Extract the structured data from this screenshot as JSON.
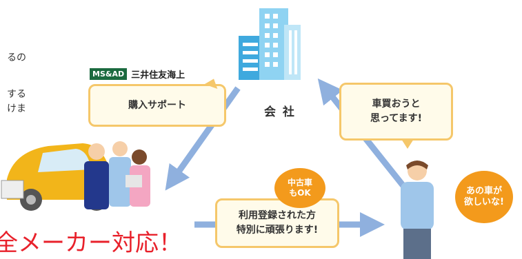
{
  "left_text": {
    "line1": "るの",
    "line2": "する",
    "line3": "けま"
  },
  "brand": {
    "logo": "MS&AD",
    "name": "三井住友海上"
  },
  "bubbles": {
    "purchase_support": "購入サポート",
    "want_to_buy": "車買おうと\n思ってます!",
    "registered_users": "利用登録された方\n特別に頑張ります!"
  },
  "company_label": "会 社",
  "badges": {
    "used_car": "中古車\nもOK",
    "want_that_car": "あの車が\n欲しいな!"
  },
  "headline": "全メーカー対応！",
  "colors": {
    "arrow": "#8fb0de",
    "bubble_border": "#f5c76a",
    "badge": "#f39a1c",
    "headline": "#e8212b",
    "brand": "#1b6a3f"
  }
}
